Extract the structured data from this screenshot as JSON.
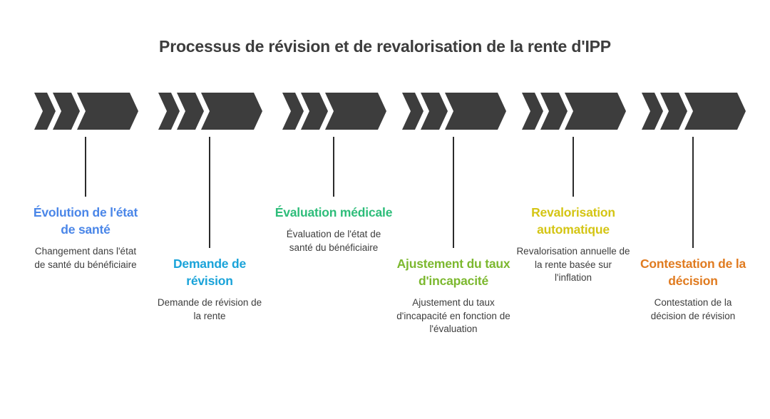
{
  "title": "Processus de révision et de revalorisation de la rente d'IPP",
  "steps": [
    {
      "title": "Évolution de l'état de santé",
      "description": "Changement dans l'état de santé du bénéficiaire",
      "color": "#4a86e8"
    },
    {
      "title": "Demande de révision",
      "description": "Demande de révision de la rente",
      "color": "#1aa3d9"
    },
    {
      "title": "Évaluation médicale",
      "description": "Évaluation de l'état de santé du bénéficiaire",
      "color": "#2ebd7a"
    },
    {
      "title": "Ajustement du taux d'incapacité",
      "description": "Ajustement du taux d'incapacité en fonction de l'évaluation",
      "color": "#7cb82f"
    },
    {
      "title": "Revalorisation automatique",
      "description": "Revalorisation annuelle de la rente basée sur l'inflation",
      "color": "#d4c514"
    },
    {
      "title": "Contestation de la décision",
      "description": "Contestation de la décision de révision",
      "color": "#e07b20"
    }
  ]
}
